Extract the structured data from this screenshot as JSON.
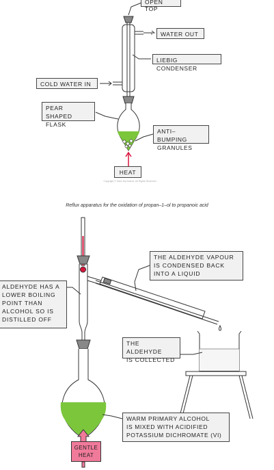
{
  "diagram1": {
    "labels": {
      "open_top": "OPEN TOP",
      "water_out": "WATER OUT",
      "liebig": "LIEBIG CONDENSER",
      "water_in": "COLD WATER IN",
      "flask": "PEAR SHAPED\nFLASK",
      "granules": "ANTI–BUMPING\nGRANULES",
      "heat": "HEAT"
    },
    "copyright": "Copyright © Save My Exams. All Rights Reserved"
  },
  "caption": "Reflux apparatus for the oxidation of propan–1–ol to propanoic acid",
  "diagram2": {
    "labels": {
      "vapour": "THE ALDEHYDE VAPOUR\nIS CONDENSED BACK\nINTO A LIQUID",
      "boiling": "ALDEHYDE HAS A\nLOWER BOILING\nPOINT THAN\nALCOHOL SO IS\nDISTILLED OFF",
      "collected": "THE ALDEHYDE\nIS COLLECTED",
      "alcohol": "WARM PRIMARY ALCOHOL\nIS MIXED WITH ACIDIFIED\nPOTASSIUM DICHROMATE (VI)",
      "gentle_heat": "GENTLE\nHEAT"
    }
  },
  "colors": {
    "liquid": "#7cc63c",
    "heat_arrow": "#d8143c",
    "gentle_heat_fill": "#f07a9a",
    "label_fill": "#f1f1f1",
    "stopper": "#888888",
    "thermometer_red": "#d8143c"
  }
}
